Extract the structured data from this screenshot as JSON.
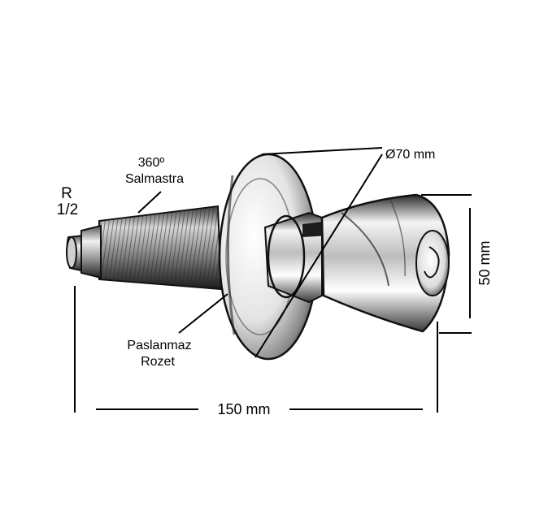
{
  "labels": {
    "thread_r": "R",
    "thread_size": "1/2",
    "seal_angle": "360º",
    "seal_name": "Salmastra",
    "diameter": "Ø70 mm",
    "height": "50 mm",
    "rosette_line1": "Paslanmaz",
    "rosette_line2": "Rozet",
    "length": "150 mm"
  },
  "colors": {
    "ink": "#000000",
    "chrome_dark": "#2a2a2a",
    "chrome_mid": "#8c8c8c",
    "chrome_light": "#e6e6e6",
    "background": "#ffffff"
  }
}
